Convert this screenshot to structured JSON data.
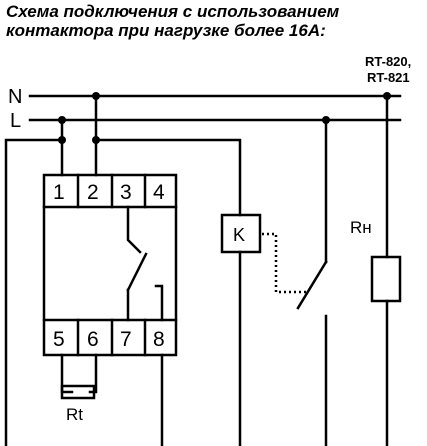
{
  "title_line1": "Схема подключения с использованием",
  "title_line2": "контактора при нагрузке более 16А:",
  "device_models_line1": "RT-820,",
  "device_models_line2": "RT-821",
  "line_labels": {
    "neutral": "N",
    "phase": "L"
  },
  "terminals_top": [
    "1",
    "2",
    "3",
    "4"
  ],
  "terminals_bottom": [
    "5",
    "6",
    "7",
    "8"
  ],
  "contactor_coil_label": "K",
  "load_label": "Rн",
  "sensor_label": "Rt"
}
